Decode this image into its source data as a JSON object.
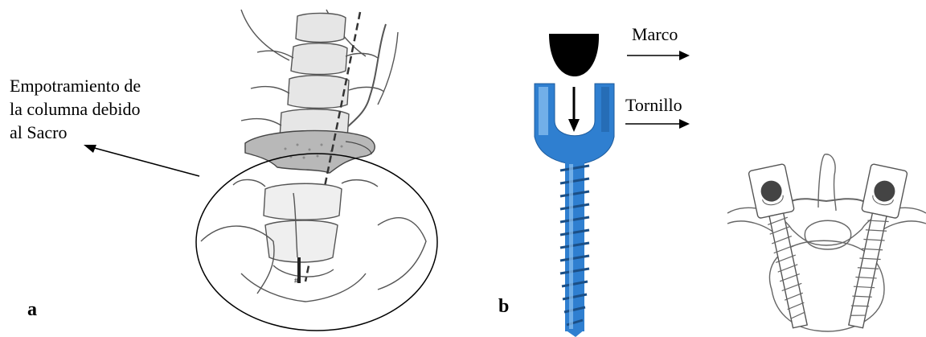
{
  "panel_a": {
    "letter": "a",
    "annotation": "Empotramiento de\nla columna debido\nal Sacro"
  },
  "panel_b": {
    "letter": "b",
    "label_frame": "Marco",
    "label_screw": "Tornillo"
  },
  "colors": {
    "screw_blue": "#2f7fd0",
    "screw_light": "#8fc3f2",
    "bone_gray": "#cfcfcf",
    "sacrum_gray": "#b8b8b8",
    "line": "#333333"
  }
}
